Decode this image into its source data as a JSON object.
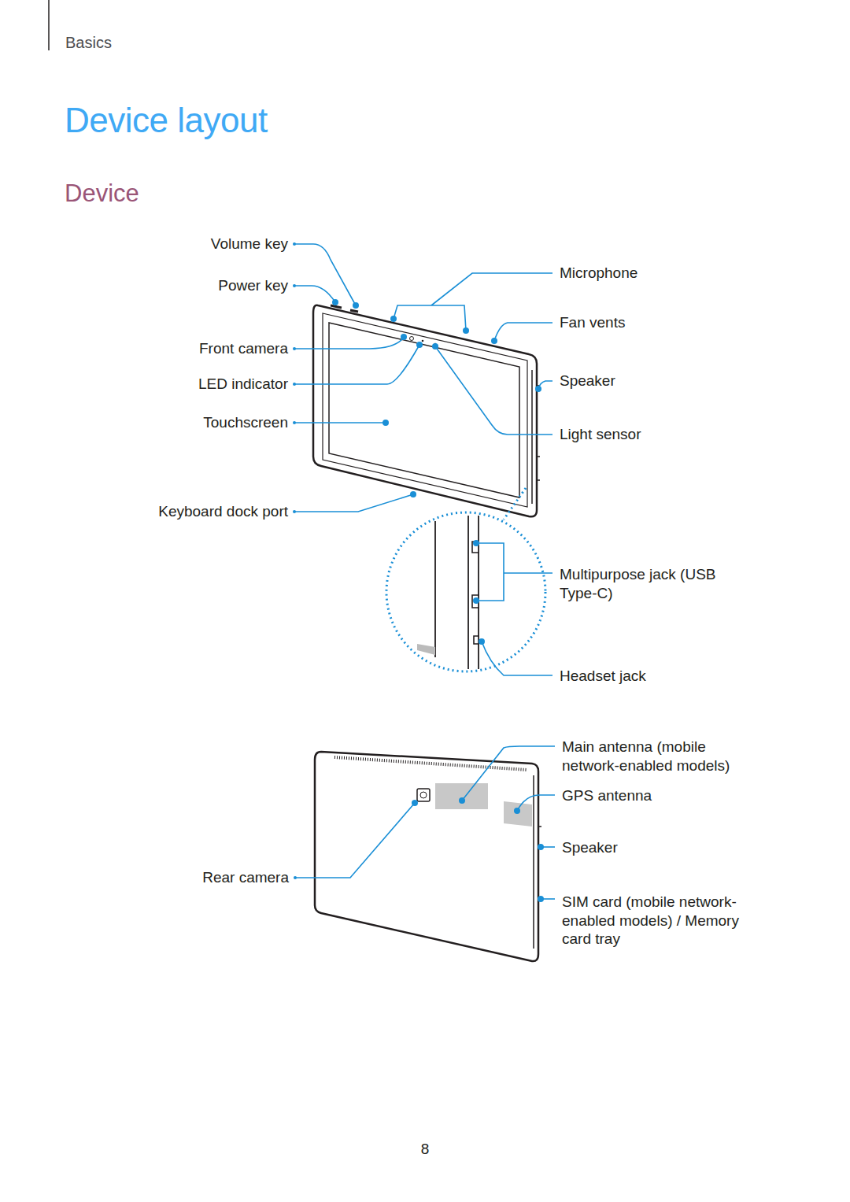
{
  "diagram": {
    "title": "Device layout",
    "labels": [
      "Basics",
      "Device",
      "Volume key",
      "Power key",
      "Front camera",
      "LED indicator",
      "Touchscreen",
      "Keyboard dock port",
      "Microphone",
      "Fan vents",
      "Speaker",
      "Light sensor",
      "Multipurpose jack (USB Type-C)",
      "Headset jack",
      "Main antenna (mobile network-enabled models)",
      "GPS antenna",
      "Speaker",
      "Rear camera",
      "SIM card (mobile network-enabled models) / Memory card tray",
      "8"
    ]
  }
}
